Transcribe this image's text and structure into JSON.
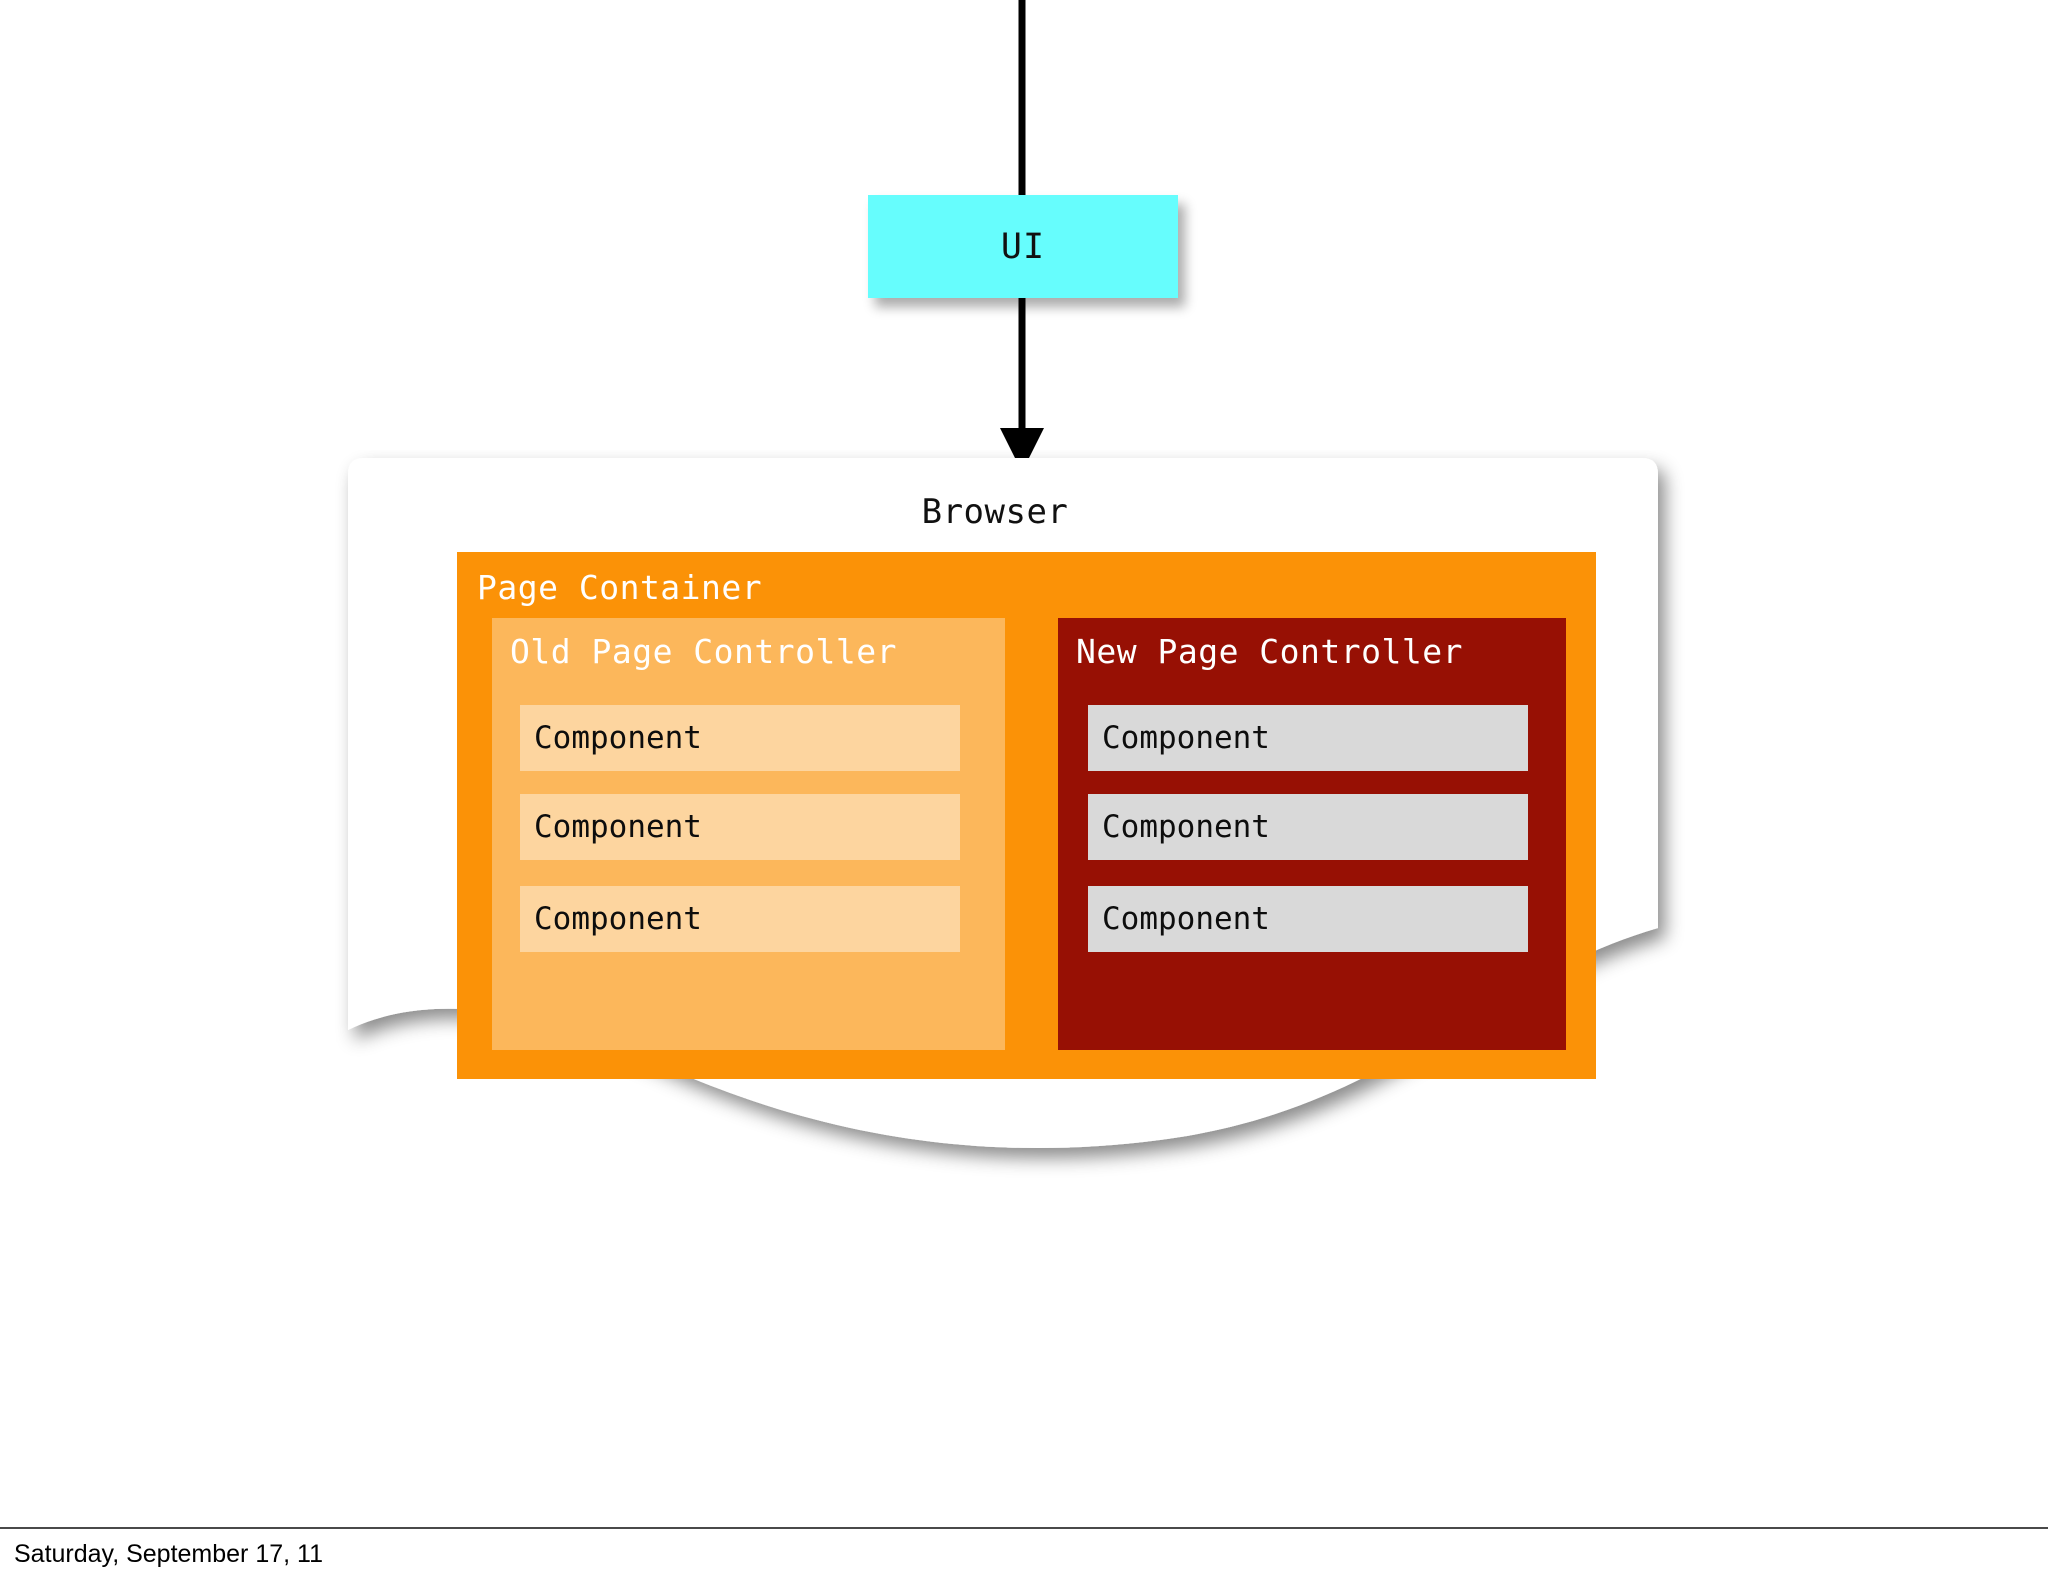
{
  "diagram": {
    "title_node": {
      "label": "UI",
      "color": "#66FDFD"
    },
    "connector": {
      "name": "arrow-down",
      "color": "#000000"
    },
    "browser": {
      "label": "Browser",
      "color": "#FFFFFF"
    },
    "page_container": {
      "label": "Page Container",
      "color": "#FB9207",
      "controllers": [
        {
          "label": "Old Page Controller",
          "color": "#F4AC5B",
          "components": [
            {
              "label": "Component"
            },
            {
              "label": "Component"
            },
            {
              "label": "Component"
            }
          ]
        },
        {
          "label": "New Page Controller",
          "color": "#971004",
          "components": [
            {
              "label": "Component"
            },
            {
              "label": "Component"
            },
            {
              "label": "Component"
            }
          ]
        }
      ]
    }
  },
  "footer": {
    "date": "Saturday, September 17, 11"
  }
}
